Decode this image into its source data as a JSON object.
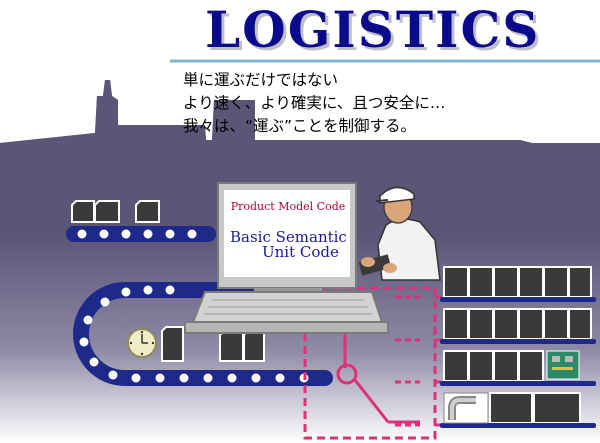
{
  "title": "LOGISTICS",
  "subtitle_lines": [
    "単に運ぶだけではない",
    "より速く、より確実に、且つ安全に…",
    "我々は、“運ぶ”ことを制御する。"
  ],
  "screen": {
    "line1": "Product Model Code",
    "line2": "Basic Semantic",
    "line3": "Unit Code"
  },
  "colors": {
    "title": "#0a0a8c",
    "ship_hull": "#5b5677",
    "conveyor": "#1e2a8a",
    "dashed_line": "#e0307a",
    "accent_line": "#7fb7d0"
  },
  "icons": [
    "ship-icon",
    "conveyor-icon",
    "computer-icon",
    "worker-icon",
    "clock-icon",
    "pipe-icon",
    "circuit-board-icon"
  ]
}
